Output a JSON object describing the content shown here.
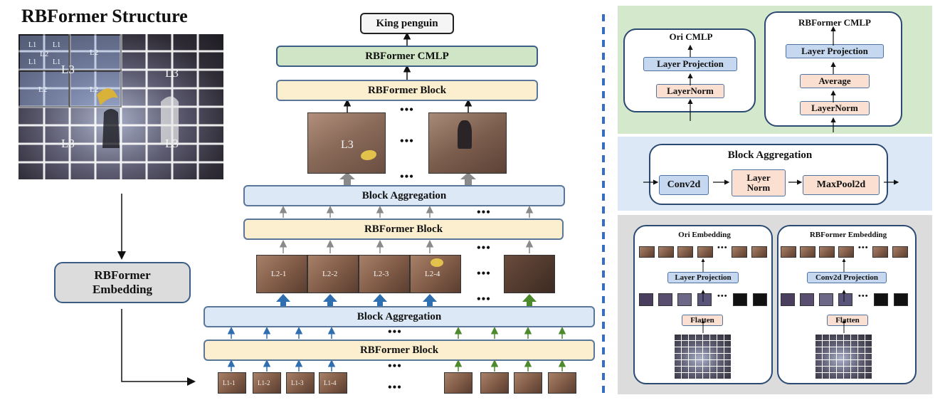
{
  "left": {
    "title": "RBFormer Structure",
    "grid_labels": {
      "l1": "L1",
      "l2": "L2",
      "l3": "L3"
    },
    "embedding_label": "RBFormer\nEmbedding"
  },
  "center": {
    "output_label": "King penguin",
    "cmlp_label": "RBFormer CMLP",
    "block_label": "RBFormer Block",
    "aggregation_label": "Block Aggregation",
    "l3_label": "L3",
    "l2_labels": [
      "L2-1",
      "L2-2",
      "L2-3",
      "L2-4"
    ],
    "l1_labels": [
      "L1-1",
      "L1-2",
      "L1-3",
      "L1-4"
    ],
    "ellipsis": "•••"
  },
  "right_top": {
    "ori_cmlp": {
      "title": "Ori CMLP",
      "layers": [
        "Layer Projection",
        "LayerNorm"
      ]
    },
    "rb_cmlp": {
      "title": "RBFormer CMLP",
      "layers": [
        "Layer Projection",
        "Average",
        "LayerNorm"
      ]
    }
  },
  "right_mid": {
    "title": "Block Aggregation",
    "ops": [
      "Conv2d",
      "Layer\nNorm",
      "MaxPool2d"
    ]
  },
  "right_bottom": {
    "ori_embedding": {
      "title": "Ori Embedding",
      "projection": "Layer Projection",
      "flatten": "Flatten"
    },
    "rb_embedding": {
      "title": "RBFormer Embedding",
      "projection": "Conv2d Projection",
      "flatten": "Flatten"
    }
  },
  "colors": {
    "panel_green": "#d4e8cc",
    "panel_blue": "#dce8f5",
    "panel_gray": "#dcdcdc",
    "arrow_blue": "#2f6fb0",
    "arrow_green": "#4c8a2c",
    "arrow_gray": "#8a8a8a",
    "divider": "#3a6cc0"
  }
}
